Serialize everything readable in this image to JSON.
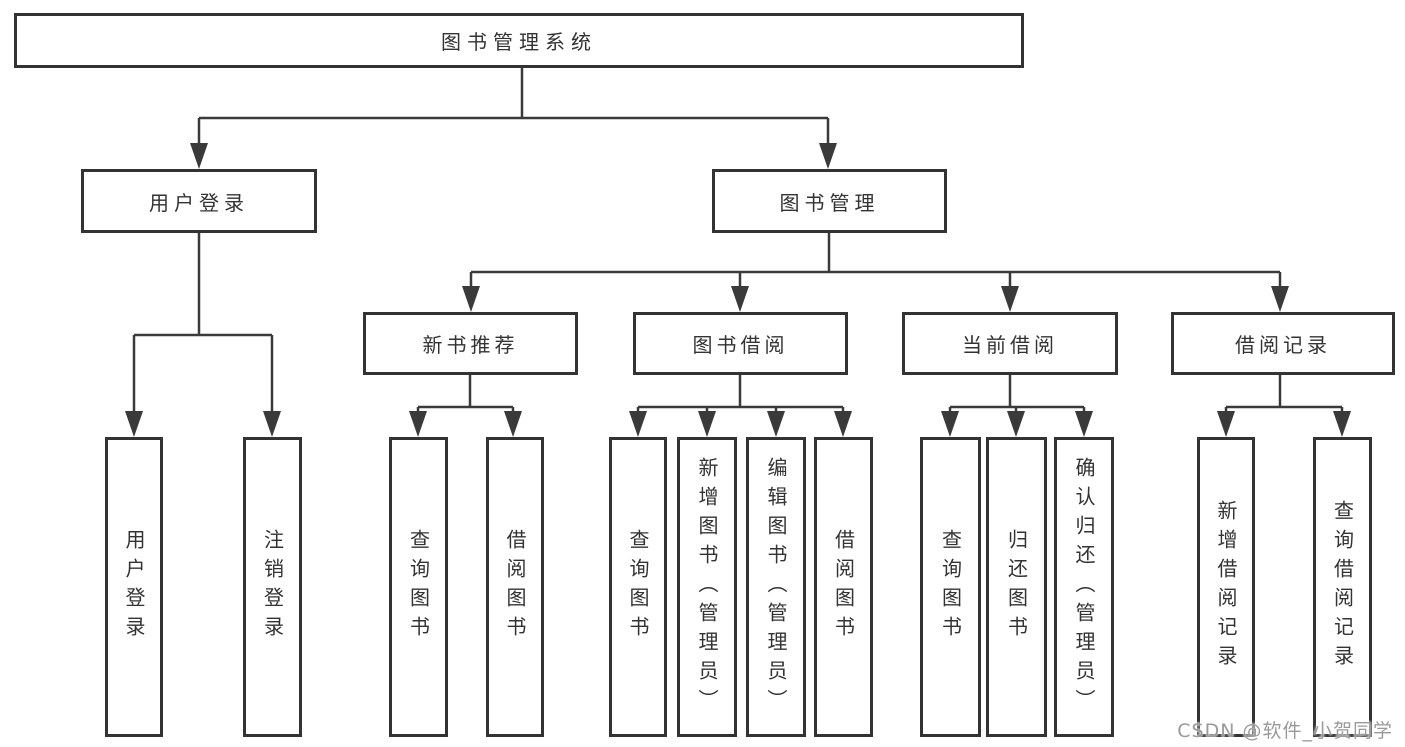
{
  "diagram": {
    "watermark": "CSDN @软件_小贺同学",
    "colors": {
      "line": "#3a3a3a",
      "box_border": "#333333",
      "text": "#333333",
      "watermark_text": "#9a9a9a",
      "background": "#ffffff"
    }
  },
  "tree": {
    "root": "图书管理系统",
    "branches": [
      {
        "label": "用户登录",
        "children": [
          "用户登录",
          "注销登录"
        ]
      },
      {
        "label": "图书管理",
        "sections": [
          {
            "label": "新书推荐",
            "children": [
              "查询图书",
              "借阅图书"
            ]
          },
          {
            "label": "图书借阅",
            "children": [
              "查询图书",
              "新增图书（管理员）",
              "编辑图书（管理员）",
              "借阅图书"
            ]
          },
          {
            "label": "当前借阅",
            "children": [
              "查询图书",
              "归还图书",
              "确认归还（管理员）"
            ]
          },
          {
            "label": "借阅记录",
            "children": [
              "新增借阅记录",
              "查询借阅记录"
            ]
          }
        ]
      }
    ]
  }
}
